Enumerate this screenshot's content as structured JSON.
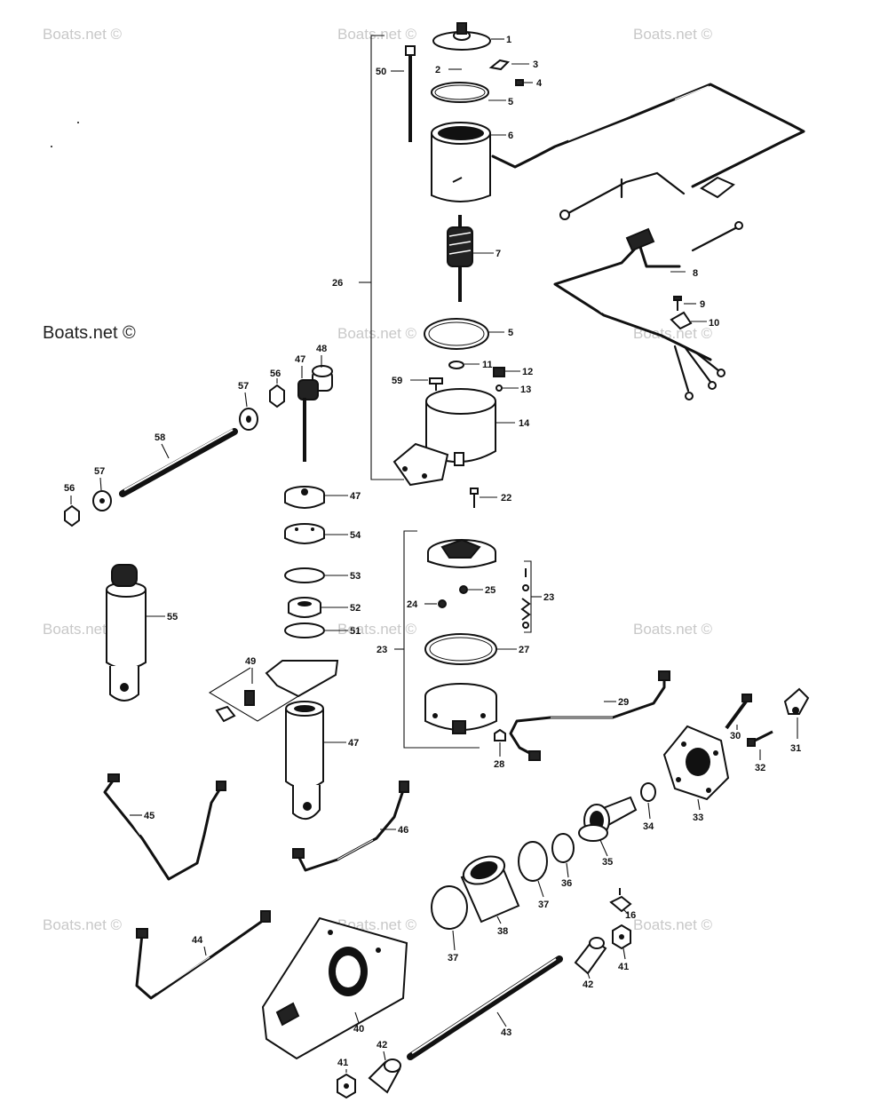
{
  "watermark": {
    "text": "Boats.net ©"
  },
  "callouts": [
    {
      "id": "c1",
      "label": "1"
    },
    {
      "id": "c2",
      "label": "2"
    },
    {
      "id": "c3",
      "label": "3"
    },
    {
      "id": "c4",
      "label": "4"
    },
    {
      "id": "c5a",
      "label": "5"
    },
    {
      "id": "c6",
      "label": "6"
    },
    {
      "id": "c50",
      "label": "50"
    },
    {
      "id": "c7",
      "label": "7"
    },
    {
      "id": "c8",
      "label": "8"
    },
    {
      "id": "c9",
      "label": "9"
    },
    {
      "id": "c10",
      "label": "10"
    },
    {
      "id": "c26",
      "label": "26"
    },
    {
      "id": "c5b",
      "label": "5"
    },
    {
      "id": "c11",
      "label": "11"
    },
    {
      "id": "c12",
      "label": "12"
    },
    {
      "id": "c59",
      "label": "59"
    },
    {
      "id": "c13",
      "label": "13"
    },
    {
      "id": "c14",
      "label": "14"
    },
    {
      "id": "c48",
      "label": "48"
    },
    {
      "id": "c47a",
      "label": "47"
    },
    {
      "id": "c57a",
      "label": "57"
    },
    {
      "id": "c56a",
      "label": "56"
    },
    {
      "id": "c58",
      "label": "58"
    },
    {
      "id": "c57b",
      "label": "57"
    },
    {
      "id": "c56b",
      "label": "56"
    },
    {
      "id": "c22",
      "label": "22"
    },
    {
      "id": "c47b",
      "label": "47"
    },
    {
      "id": "c54",
      "label": "54"
    },
    {
      "id": "c53",
      "label": "53"
    },
    {
      "id": "c52",
      "label": "52"
    },
    {
      "id": "c51",
      "label": "51"
    },
    {
      "id": "c55",
      "label": "55"
    },
    {
      "id": "c25",
      "label": "25"
    },
    {
      "id": "c23a",
      "label": "23"
    },
    {
      "id": "c24",
      "label": "24"
    },
    {
      "id": "c23b",
      "label": "23"
    },
    {
      "id": "c27",
      "label": "27"
    },
    {
      "id": "c49",
      "label": "49"
    },
    {
      "id": "c47c",
      "label": "47"
    },
    {
      "id": "c29",
      "label": "29"
    },
    {
      "id": "c28",
      "label": "28"
    },
    {
      "id": "c30",
      "label": "30"
    },
    {
      "id": "c31",
      "label": "31"
    },
    {
      "id": "c32",
      "label": "32"
    },
    {
      "id": "c33",
      "label": "33"
    },
    {
      "id": "c34",
      "label": "34"
    },
    {
      "id": "c45",
      "label": "45"
    },
    {
      "id": "c46",
      "label": "46"
    },
    {
      "id": "c35",
      "label": "35"
    },
    {
      "id": "c36",
      "label": "36"
    },
    {
      "id": "c37a",
      "label": "37"
    },
    {
      "id": "c16",
      "label": "16"
    },
    {
      "id": "c44",
      "label": "44"
    },
    {
      "id": "c38",
      "label": "38"
    },
    {
      "id": "c37b",
      "label": "37"
    },
    {
      "id": "c41a",
      "label": "41"
    },
    {
      "id": "c42a",
      "label": "42"
    },
    {
      "id": "c40",
      "label": "40"
    },
    {
      "id": "c43",
      "label": "43"
    },
    {
      "id": "c42b",
      "label": "42"
    },
    {
      "id": "c41b",
      "label": "41"
    }
  ]
}
